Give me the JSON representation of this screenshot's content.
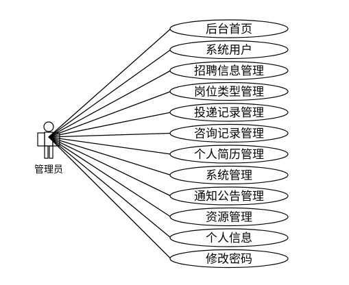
{
  "actor": {
    "label": "管理员",
    "icon": "person-icon"
  },
  "use_cases": [
    "后台首页",
    "系统用户",
    "招聘信息管理",
    "岗位类型管理",
    "投递记录管理",
    "咨询记录管理",
    "个人简历管理",
    "系统管理",
    "通知公告管理",
    "资源管理",
    "个人信息",
    "修改密码"
  ],
  "colors": {
    "stroke": "#000000",
    "background": "#ffffff",
    "text": "#000000"
  }
}
